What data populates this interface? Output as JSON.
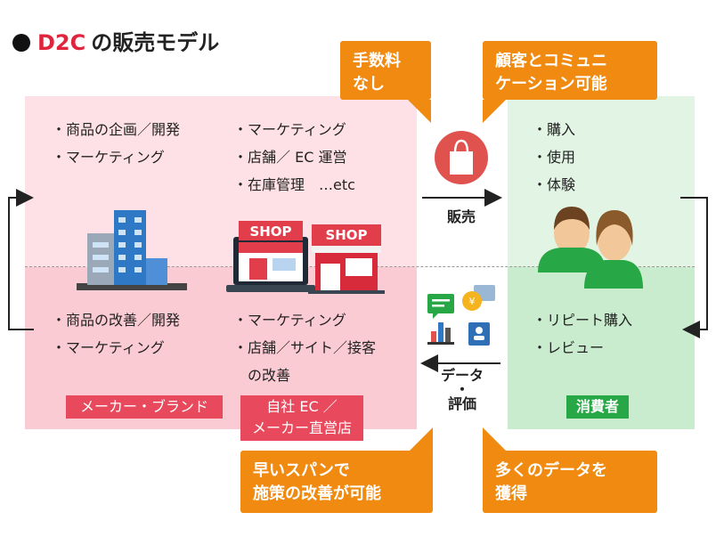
{
  "title": {
    "brand": "D2C",
    "rest": "の販売モデル"
  },
  "callouts": {
    "no_fee": [
      "手数料",
      "なし"
    ],
    "communication": [
      "顧客とコミュニ",
      "ケーション可能"
    ],
    "fast_pdca": [
      "早いスパンで",
      "施策の改善が可能"
    ],
    "data": [
      "多くのデータを",
      "獲得"
    ]
  },
  "maker_top": [
    "商品の企画／開発",
    "マーケティング"
  ],
  "store_top": [
    "マーケティング",
    "店舗／ EC 運営",
    "在庫管理　…etc"
  ],
  "maker_bottom": [
    "商品の改善／開発",
    "マーケティング"
  ],
  "store_bottom": [
    "マーケティング",
    "店舗／サイト／接客",
    "の改善"
  ],
  "consumer_top": [
    "購入",
    "使用",
    "体験"
  ],
  "consumer_bottom": [
    "リピート購入",
    "レビュー"
  ],
  "labels": {
    "sale": "販売",
    "data_review": [
      "データ",
      "・",
      "評価"
    ],
    "maker_brand": "メーカー・ブランド",
    "own_ec": [
      "自社 EC ／",
      "メーカー直営店"
    ],
    "consumer": "消費者",
    "shop_sign": "SHOP"
  },
  "colors": {
    "accent_red": "#e0243b",
    "orange": "#f08a10",
    "pink": "#fde1e6",
    "green": "#c9ecce"
  }
}
